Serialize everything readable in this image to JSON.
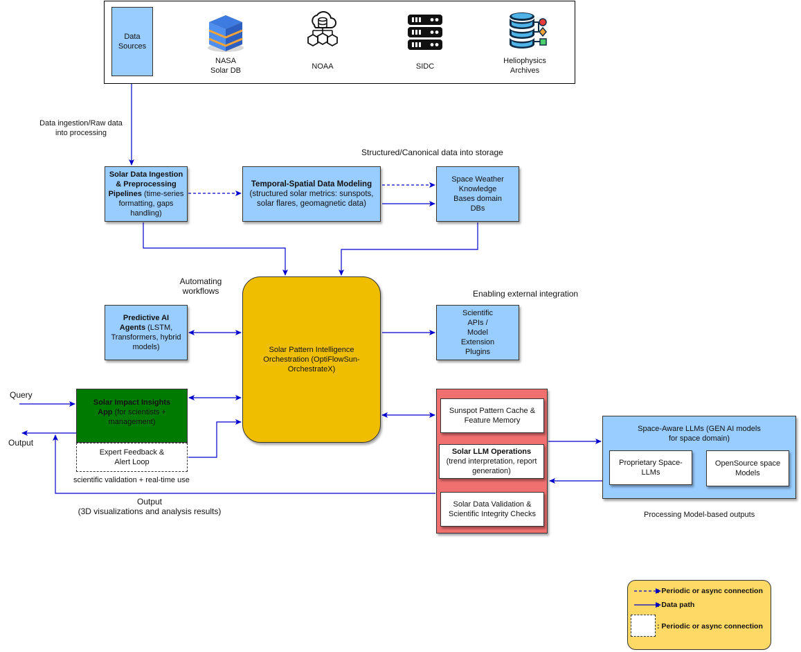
{
  "sources": {
    "data_sources": "Data\nSources",
    "nasa": "NASA\nSolar DB",
    "noaa": "NOAA",
    "sidc": "SIDC",
    "helio": "Heliophysics\nArchives"
  },
  "labels": {
    "ingestion_flow": "Data ingestion/Raw data\ninto processing",
    "structured_flow": "Structured/Canonical data into storage",
    "automating": "Automating\nworkflows",
    "external": "Enabling external integration",
    "query": "Query",
    "output_left": "Output",
    "scientific_validation": "scientific validation + real-time use",
    "output_bottom": "Output\n(3D visualizations and analysis results)",
    "processing_outputs": "Processing Model-based outputs"
  },
  "boxes": {
    "ingestion_bold": "Solar Data Ingestion & Preprocessing Pipelines",
    "ingestion_rest": " (time-series formatting, gaps handling)",
    "temporal_bold": "Temporal-Spatial Data Modeling",
    "temporal_rest": " (structured solar metrics: sunspots, solar flares, geomagnetic data)",
    "space_weather": "Space Weather\nKnowledge\nBases domain\nDBs",
    "predictive_bold": "Predictive AI Agents",
    "predictive_rest": " (LSTM, Transformers, hybrid models)",
    "orchestration": "Solar Pattern Intelligence Orchestration (OptiFlowSun-OrchestrateX)",
    "apis": "Scientific\nAPIs /\nModel\nExtension\nPlugins",
    "insights_bold": "Solar Impact Insights App",
    "insights_rest": " (for scientists + management)",
    "feedback": "Expert Feedback &\nAlert Loop",
    "cache": "Sunspot Pattern Cache &\nFeature Memory",
    "llmops_bold": "Solar LLM Operations",
    "llmops_rest": " (trend interpretation, report generation)",
    "validation": "Solar Data Validation &\nScientific Integrity Checks",
    "llms_title": "Space-Aware LLMs (GEN AI models\nfor space domain)",
    "proprietary": "Proprietary Space-\nLLMs",
    "opensource": "OpenSource space\nModels"
  },
  "legend": {
    "dashed": ": Periodic or async connection",
    "solid": ": Data path",
    "box": ": Periodic or async connection"
  },
  "colors": {
    "arrow": "#0000cc",
    "blue_box": "#99ccff",
    "orchestrator": "#f0be00",
    "insights": "#007a00",
    "llm_panel": "#f07070",
    "legend_bg": "#ffd966"
  }
}
